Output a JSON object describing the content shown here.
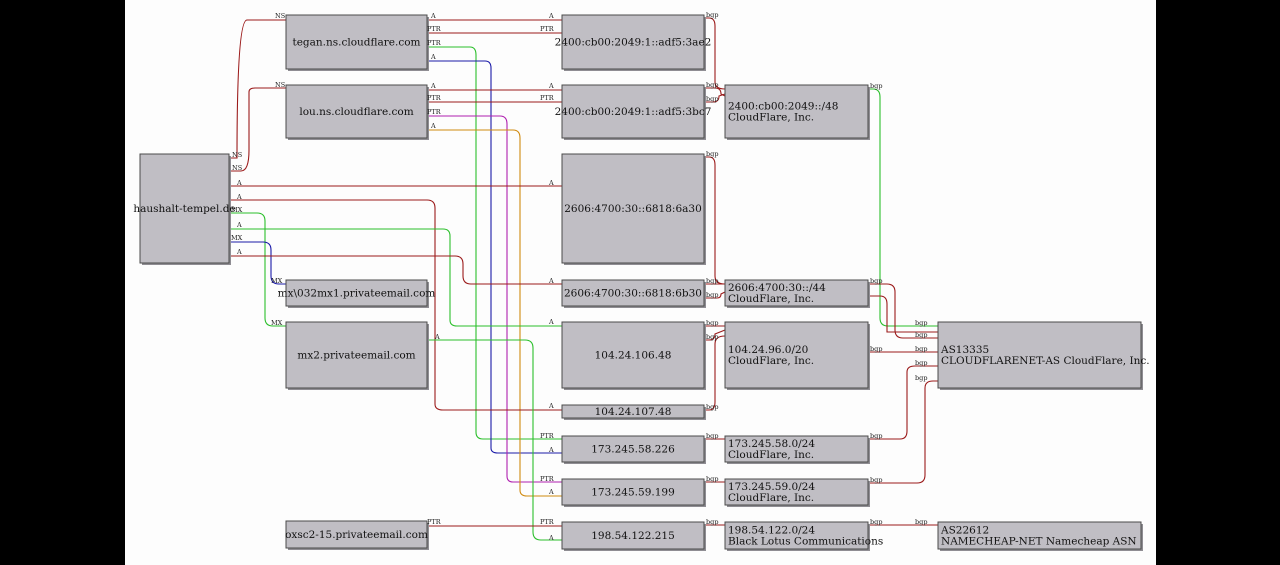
{
  "nodes": {
    "n_domain": "haushalt-tempel.de",
    "n_tegan": "tegan.ns.cloudflare.com",
    "n_lou": "lou.ns.cloudflare.com",
    "n_mx1": "mx\\032mx1.privateemail.com",
    "n_mx2": "mx2.privateemail.com",
    "n_oxsc": "oxsc2-15.privateemail.com",
    "n_v6a": "2400:cb00:2049:1::adf5:3ae2",
    "n_v6b": "2400:cb00:2049:1::adf5:3bc7",
    "n_v6c": "2606:4700:30::6818:6a30",
    "n_v6d": "2606:4700:30::6818:6b30",
    "n_ip1": "104.24.106.48",
    "n_ip2": "104.24.107.48",
    "n_ip3": "173.245.58.226",
    "n_ip4": "173.245.59.199",
    "n_ip5": "198.54.122.215",
    "n_p1": [
      "2400:cb00:2049::/48",
      "CloudFlare, Inc."
    ],
    "n_p2": [
      "2606:4700:30::/44",
      "CloudFlare, Inc."
    ],
    "n_p3": [
      "104.24.96.0/20",
      "CloudFlare, Inc."
    ],
    "n_p4": [
      "173.245.58.0/24",
      "CloudFlare, Inc."
    ],
    "n_p5": [
      "173.245.59.0/24",
      "CloudFlare, Inc."
    ],
    "n_p6": [
      "198.54.122.0/24",
      "Black Lotus Communications"
    ],
    "n_as1": [
      "AS13335",
      "CLOUDFLARENET-AS CloudFlare, Inc."
    ],
    "n_as2": [
      "AS22612",
      "NAMECHEAP-NET Namecheap ASN"
    ]
  },
  "edge_labels": {
    "ns": "NS",
    "a": "A",
    "ptr": "PTR",
    "mx": "MX",
    "bgp": "bgp"
  },
  "colors": {
    "dark_red": "#9b1a1a",
    "green": "#2bbf2b",
    "blue": "#1a1aa8",
    "magenta": "#b020b0",
    "orange": "#d08a10",
    "node_fill": "#c0bec4"
  }
}
